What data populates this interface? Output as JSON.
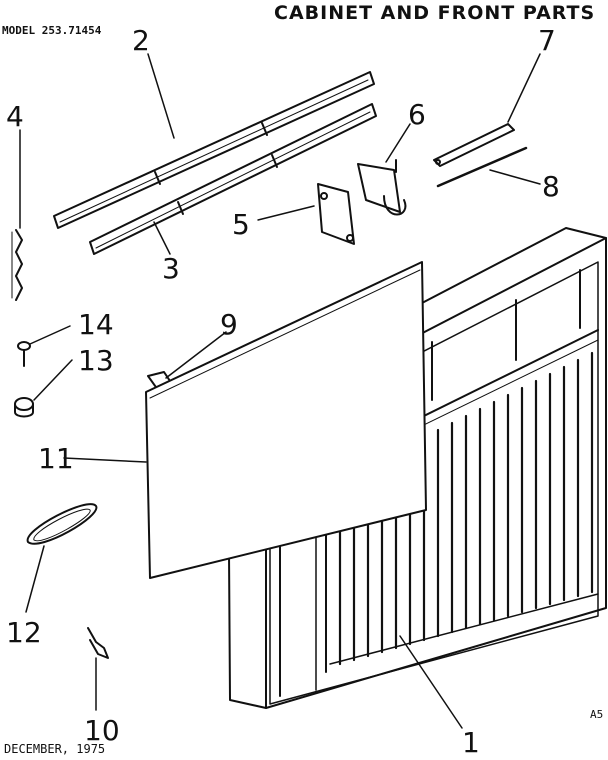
{
  "header": {
    "model": "MODEL 253.71454",
    "title": "CABINET AND FRONT PARTS"
  },
  "footer": {
    "date": "DECEMBER, 1975",
    "sheet": "A5"
  },
  "callouts": [
    "1",
    "2",
    "3",
    "4",
    "5",
    "6",
    "7",
    "8",
    "9",
    "10",
    "11",
    "12",
    "13",
    "14"
  ]
}
